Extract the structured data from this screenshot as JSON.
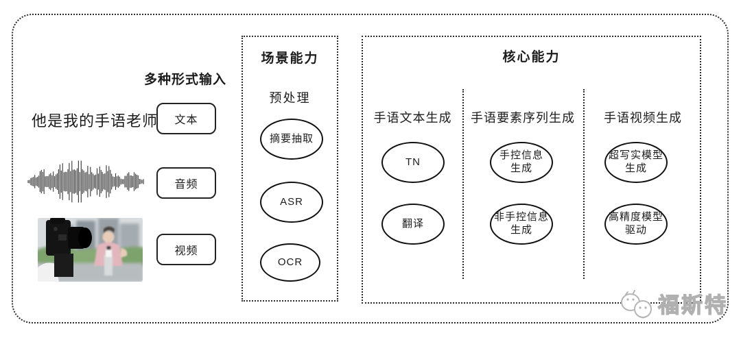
{
  "input_section": {
    "title": "多种形式输入",
    "text_sample": "他是我的手语老师",
    "items": [
      {
        "label": "文本"
      },
      {
        "label": "音频"
      },
      {
        "label": "视频"
      }
    ]
  },
  "scene_section": {
    "title": "场景能力",
    "subtitle": "预处理",
    "nodes": [
      "摘要抽取",
      "ASR",
      "OCR"
    ]
  },
  "core_section": {
    "title": "核心能力",
    "columns": [
      {
        "header": "手语文本生成",
        "nodes": [
          "TN",
          "翻译"
        ]
      },
      {
        "header": "手语要素序列生成",
        "nodes": [
          "手控信息\n生成",
          "非手控信息\n生成"
        ]
      },
      {
        "header": "手语视频生成",
        "nodes": [
          "超写实模型\n生成",
          "高精度模型\n驱动"
        ]
      }
    ]
  },
  "watermark": {
    "text": "福斯特"
  },
  "colors": {
    "frame_line": "#2b2b2b",
    "node_stroke": "#111111",
    "text": "#1c1c1c",
    "watermark": "#b0b0b0"
  }
}
